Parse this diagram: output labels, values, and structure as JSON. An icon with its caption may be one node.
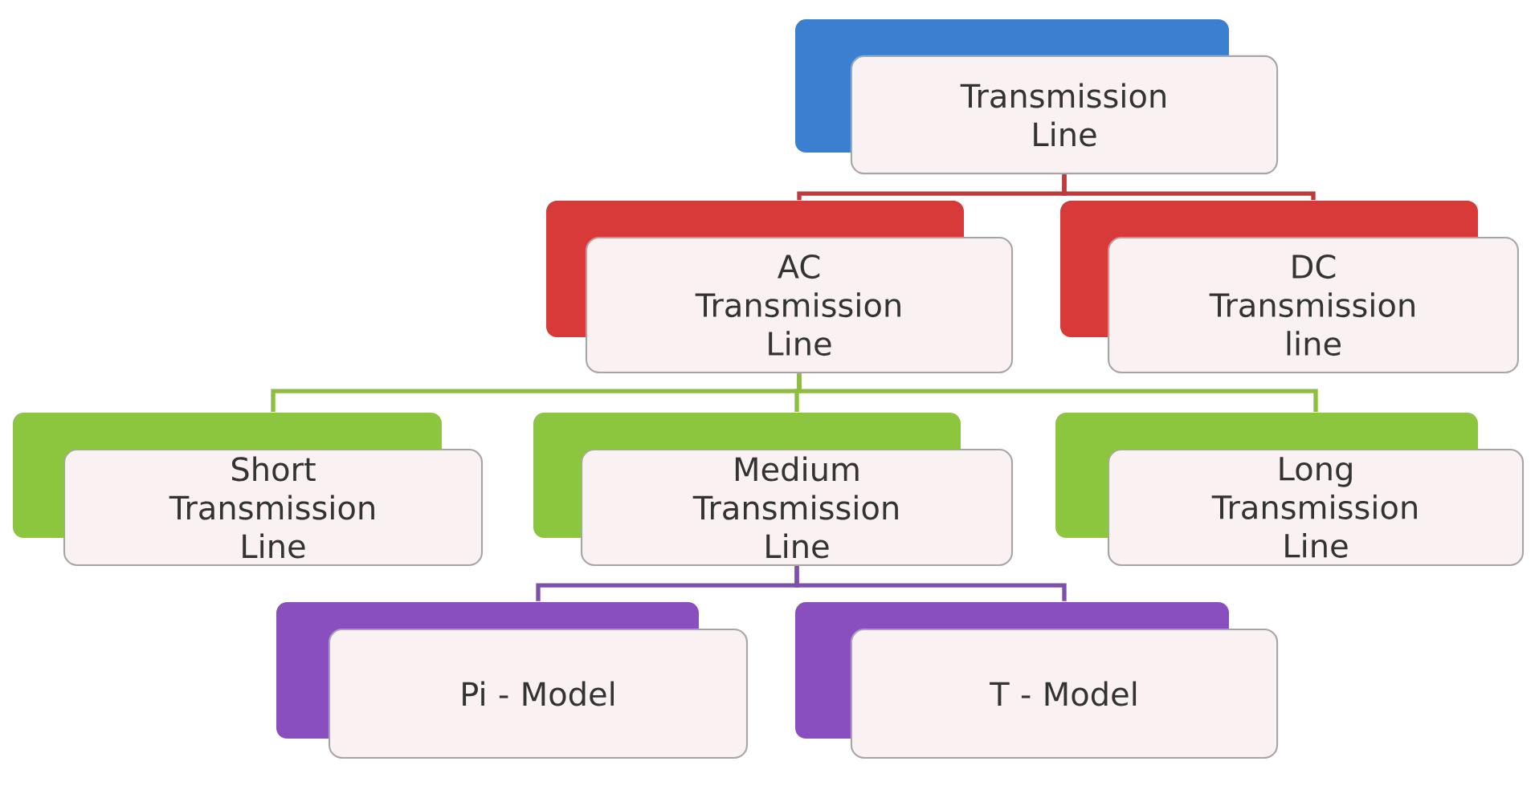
{
  "diagram": {
    "nodes": [
      {
        "text": [
          "Transmission Line"
        ]
      },
      {
        "text": [
          "AC Transmission Line"
        ]
      },
      {
        "text": [
          "DC Transmission line"
        ]
      },
      {
        "text": [
          "Short Transmission Line"
        ]
      },
      {
        "text": [
          "Medium Transmission Line"
        ]
      },
      {
        "text": [
          "Long Transmission Line"
        ]
      },
      {
        "text": [
          "Pi - Model"
        ]
      },
      {
        "text": [
          "T - Model"
        ]
      }
    ],
    "edges": [
      {
        "from": 0,
        "to": 1,
        "arrow": "none",
        "color": "#c0393b"
      },
      {
        "from": 0,
        "to": 2,
        "arrow": "none",
        "color": "#c0393b"
      },
      {
        "from": 1,
        "to": 3,
        "arrow": "none",
        "color": "#8cbf3f"
      },
      {
        "from": 1,
        "to": 4,
        "arrow": "none",
        "color": "#8cbf3f"
      },
      {
        "from": 1,
        "to": 5,
        "arrow": "none",
        "color": "#8cbf3f"
      },
      {
        "from": 4,
        "to": 6,
        "arrow": "none",
        "color": "#7e4fae"
      },
      {
        "from": 4,
        "to": 7,
        "arrow": "none",
        "color": "#7e4fae"
      }
    ]
  }
}
